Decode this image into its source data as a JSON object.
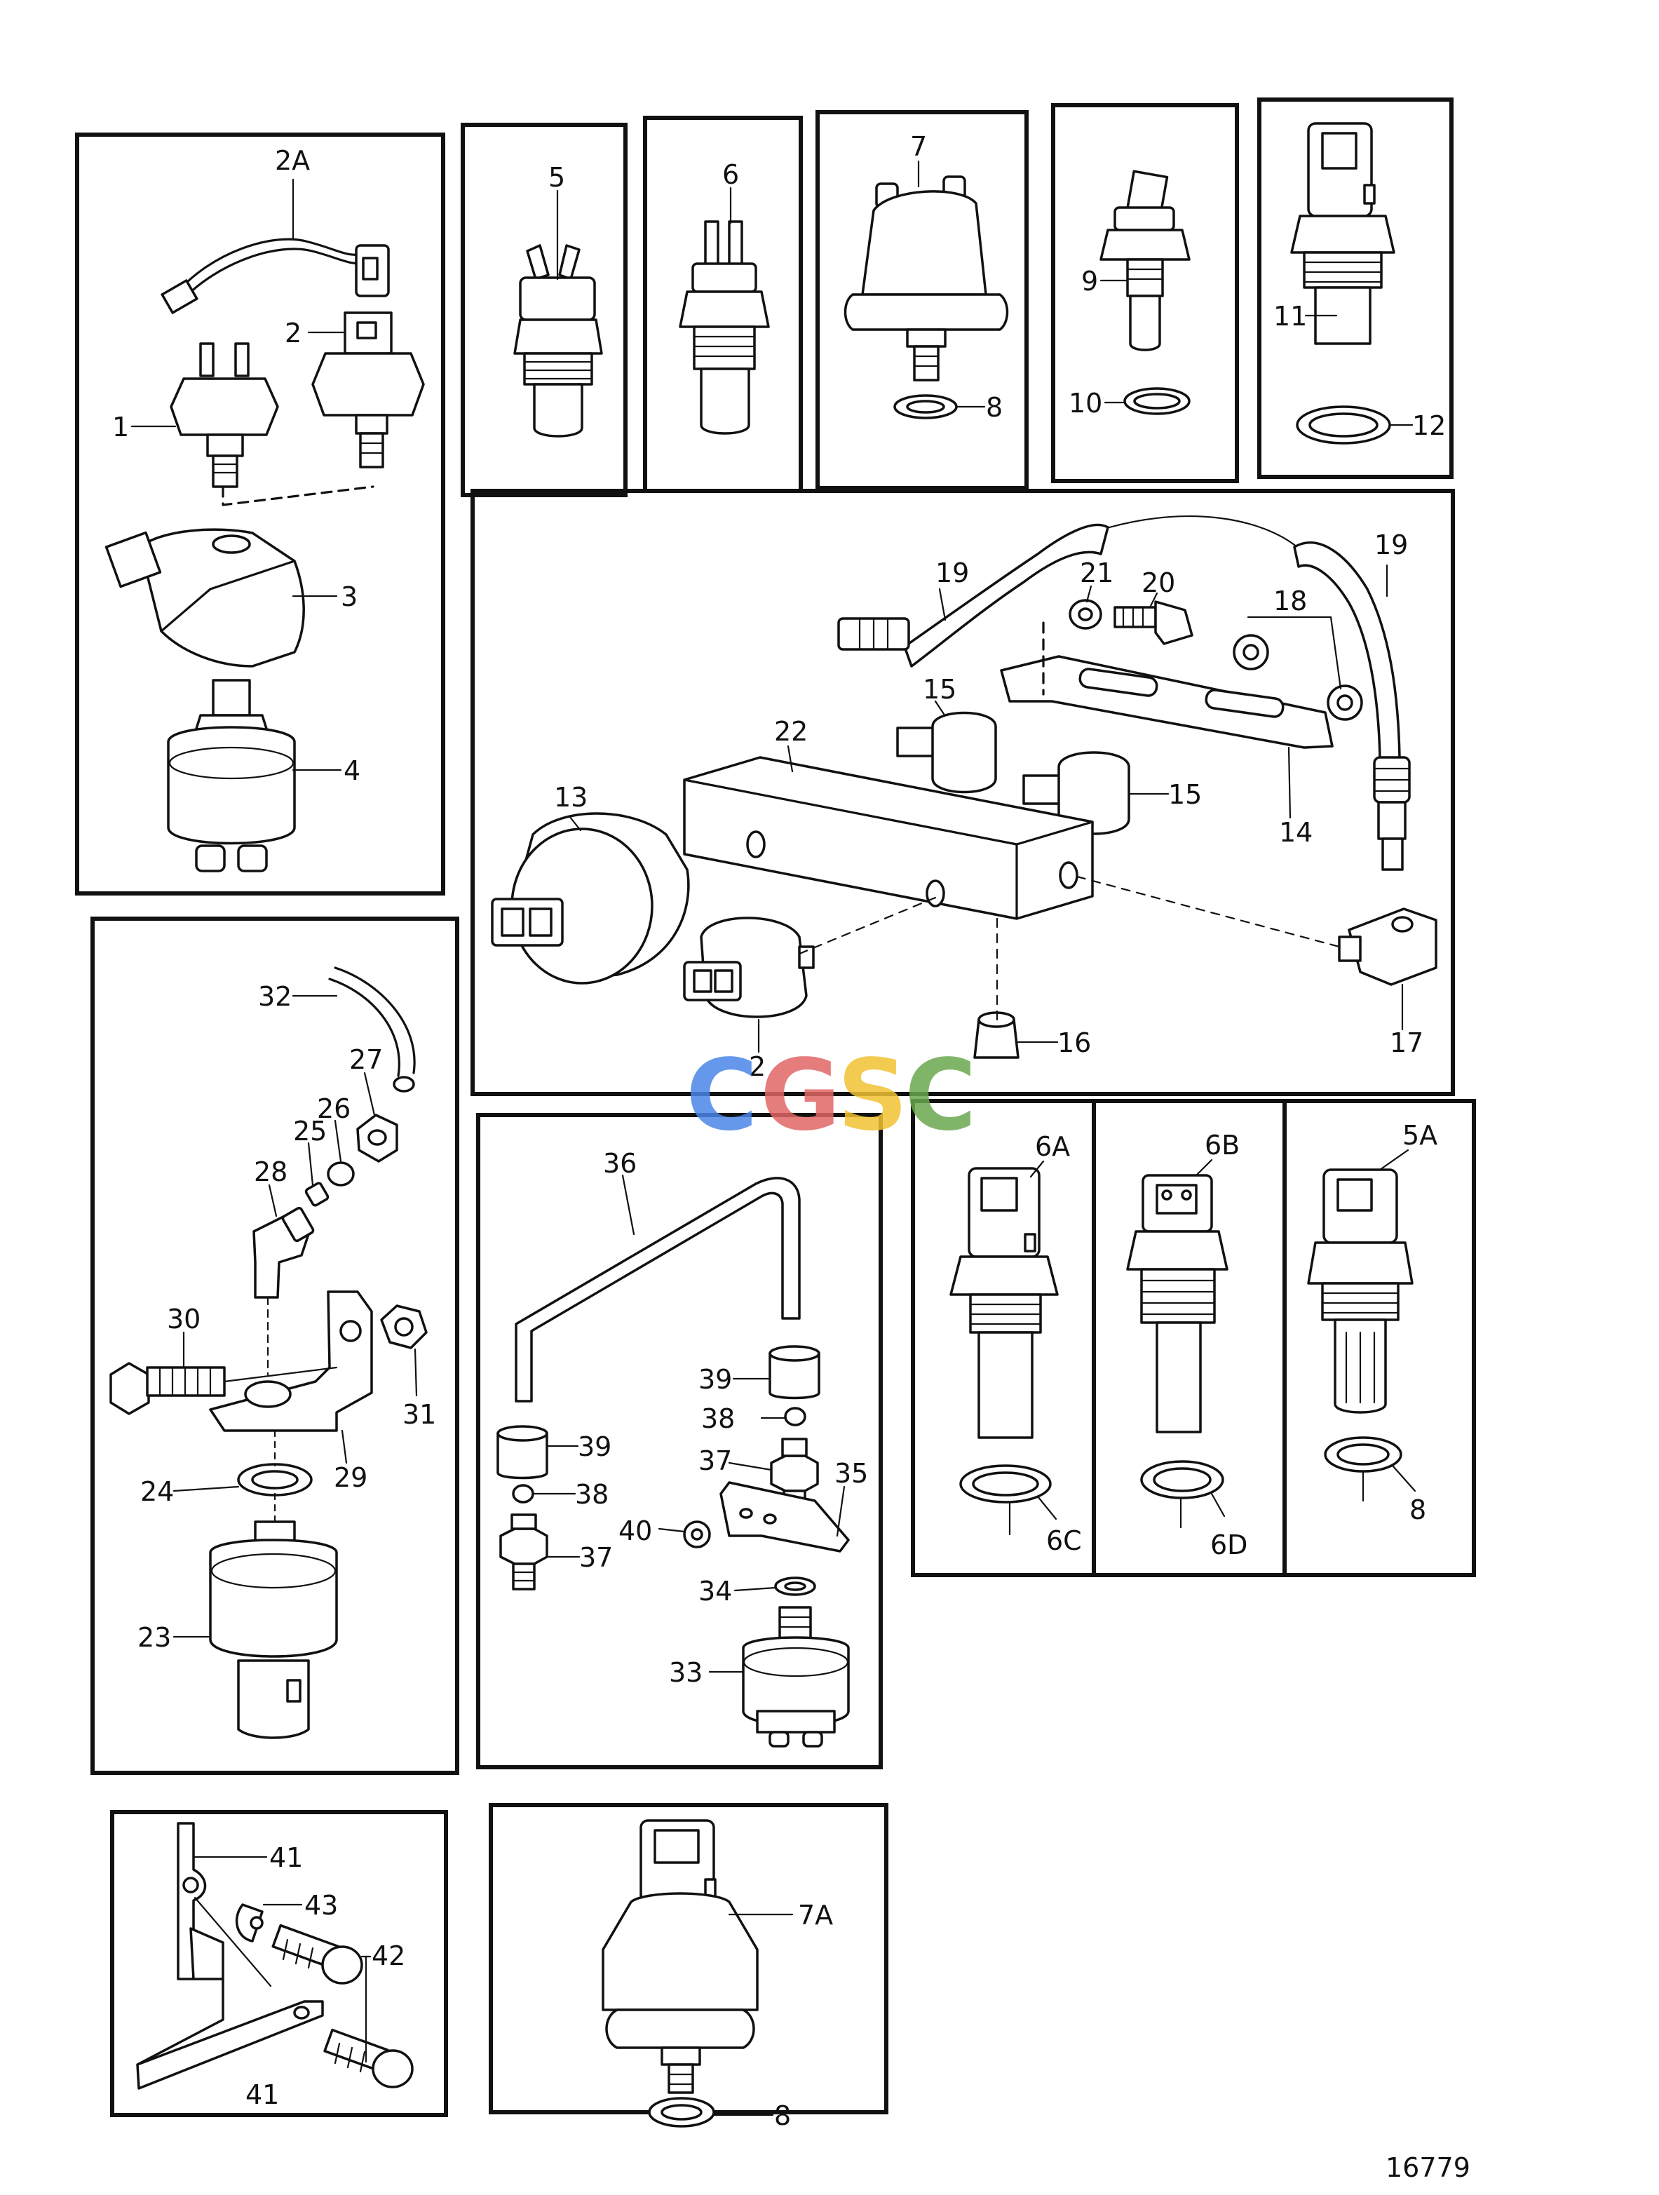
{
  "watermark": {
    "letters": [
      "C",
      "G",
      "S",
      "C"
    ],
    "colors": [
      "#4a86e8",
      "#e06666",
      "#f1c232",
      "#6aa84f"
    ]
  },
  "drawing_number": "16779",
  "labels": {
    "p2A": "2A",
    "p2": "2",
    "p1": "1",
    "p3": "3",
    "p4": "4",
    "p5": "5",
    "p6": "6",
    "p7": "7",
    "p8a": "8",
    "p9": "9",
    "p10": "10",
    "p11": "11",
    "p12": "12",
    "p19a": "19",
    "p21": "21",
    "p20": "20",
    "p18": "18",
    "p19b": "19",
    "p15a": "15",
    "p15b": "15",
    "p22": "22",
    "p13": "13",
    "p14": "14",
    "p2b": "2",
    "p16": "16",
    "p17": "17",
    "p32": "32",
    "p27": "27",
    "p26": "26",
    "p25": "25",
    "p28": "28",
    "p30": "30",
    "p31": "31",
    "p29": "29",
    "p24": "24",
    "p23": "23",
    "p36": "36",
    "p39a": "39",
    "p38a": "38",
    "p37a": "37",
    "p35": "35",
    "p39b": "39",
    "p38b": "38",
    "p40": "40",
    "p37b": "37",
    "p34": "34",
    "p33": "33",
    "p6A": "6A",
    "p6B": "6B",
    "p5A": "5A",
    "p6C": "6C",
    "p6D": "6D",
    "p8b": "8",
    "p41a": "41",
    "p43": "43",
    "p42": "42",
    "p41b": "41",
    "p7A": "7A",
    "p8c": "8"
  }
}
